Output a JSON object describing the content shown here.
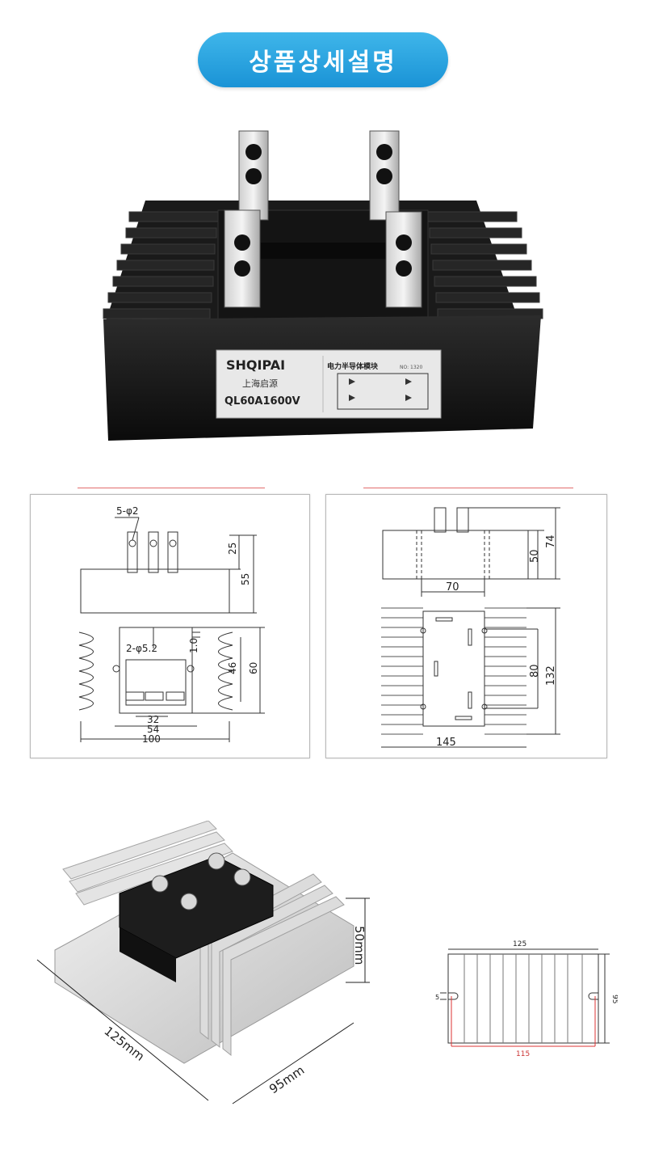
{
  "header": {
    "title": "상품상세설명"
  },
  "product_label": {
    "brand": "SHQIPAI",
    "maker": "上海启源",
    "module_type": "电力半导体模块",
    "number": "NO: 1320",
    "model": "QL60A1600V"
  },
  "drawing_left": {
    "pin_dia": "5-φ2",
    "hole_dia": "2-φ5.2",
    "dim_25": "25",
    "dim_55": "55",
    "dim_1_0": "1.0",
    "dim_46": "46",
    "dim_60": "60",
    "dim_32": "32",
    "dim_54": "54",
    "dim_100": "100"
  },
  "drawing_right": {
    "dim_50": "50",
    "dim_74": "74",
    "dim_70": "70",
    "dim_80": "80",
    "dim_132": "132",
    "dim_145": "145"
  },
  "heatsink_photo": {
    "height": "50mm",
    "length": "125mm",
    "width": "95mm"
  },
  "heatsink_drawing": {
    "dim_125": "125",
    "dim_95": "95",
    "dim_5": "5",
    "dim_115": "115"
  }
}
